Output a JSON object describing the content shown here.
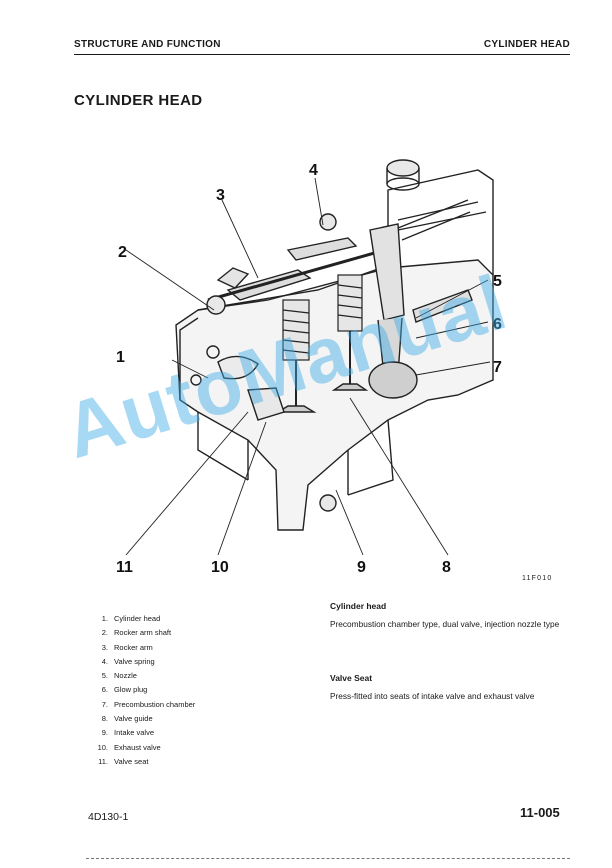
{
  "header": {
    "section": "STRUCTURE AND FUNCTION",
    "topic": "CYLINDER HEAD"
  },
  "page_title": "CYLINDER HEAD",
  "figure": {
    "callouts": [
      "1",
      "2",
      "3",
      "4",
      "5",
      "6",
      "7",
      "8",
      "9",
      "10",
      "11"
    ],
    "code": "11F010"
  },
  "parts": [
    {
      "num": "1.",
      "label": "Cylinder head"
    },
    {
      "num": "2.",
      "label": "Rocker arm shaft"
    },
    {
      "num": "3.",
      "label": "Rocker arm"
    },
    {
      "num": "4.",
      "label": "Valve spring"
    },
    {
      "num": "5.",
      "label": "Nozzle"
    },
    {
      "num": "6.",
      "label": "Glow plug"
    },
    {
      "num": "7.",
      "label": "Precombustion chamber"
    },
    {
      "num": "8.",
      "label": "Valve guide"
    },
    {
      "num": "9.",
      "label": "Intake valve"
    },
    {
      "num": "10.",
      "label": "Exhaust valve"
    },
    {
      "num": "11.",
      "label": "Valve seat"
    }
  ],
  "descriptions": [
    {
      "title": "Cylinder head",
      "text": "Precombustion chamber type, dual valve, injection nozzle type"
    },
    {
      "title": "Valve Seat",
      "text": "Press-fitted into seats of intake valve and exhaust valve"
    }
  ],
  "footer": {
    "model": "4D130-1",
    "page": "11-005"
  },
  "watermark": "AutoManual"
}
